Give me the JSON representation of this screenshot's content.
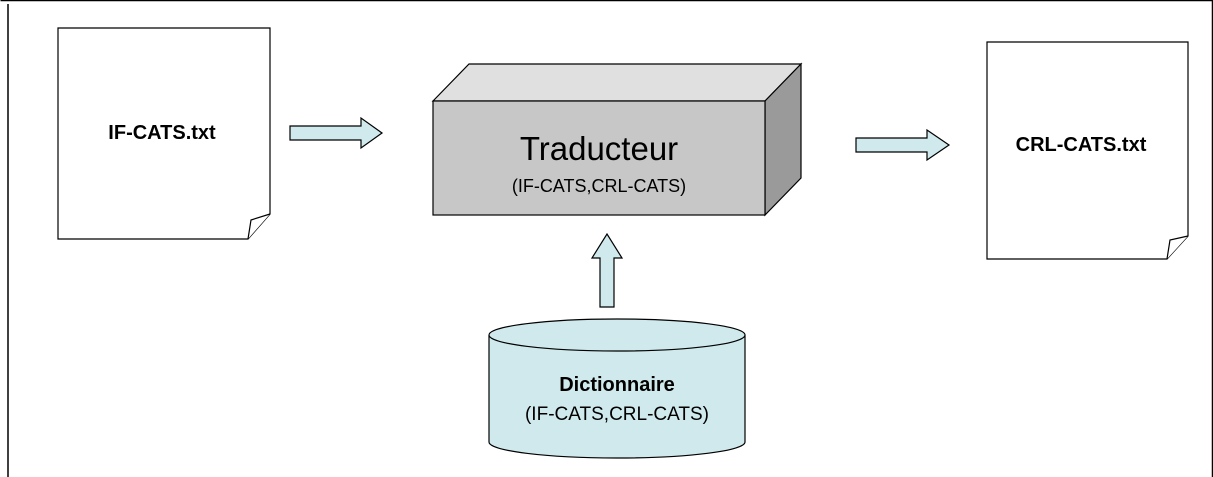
{
  "input_document": {
    "label": "IF-CATS.txt"
  },
  "translator": {
    "title": "Traducteur",
    "subtitle": "(IF-CATS,CRL-CATS)"
  },
  "output_document": {
    "label": "CRL-CATS.txt"
  },
  "dictionary": {
    "title": "Dictionnaire",
    "subtitle": "(IF-CATS,CRL-CATS)"
  },
  "colors": {
    "arrow_fill": "#cfe9ec",
    "cylinder_fill": "#cfe9ec",
    "box_front": "#c7c7c7",
    "box_top": "#e0e0e0",
    "box_side": "#9a9a9a",
    "stroke": "#000000"
  }
}
